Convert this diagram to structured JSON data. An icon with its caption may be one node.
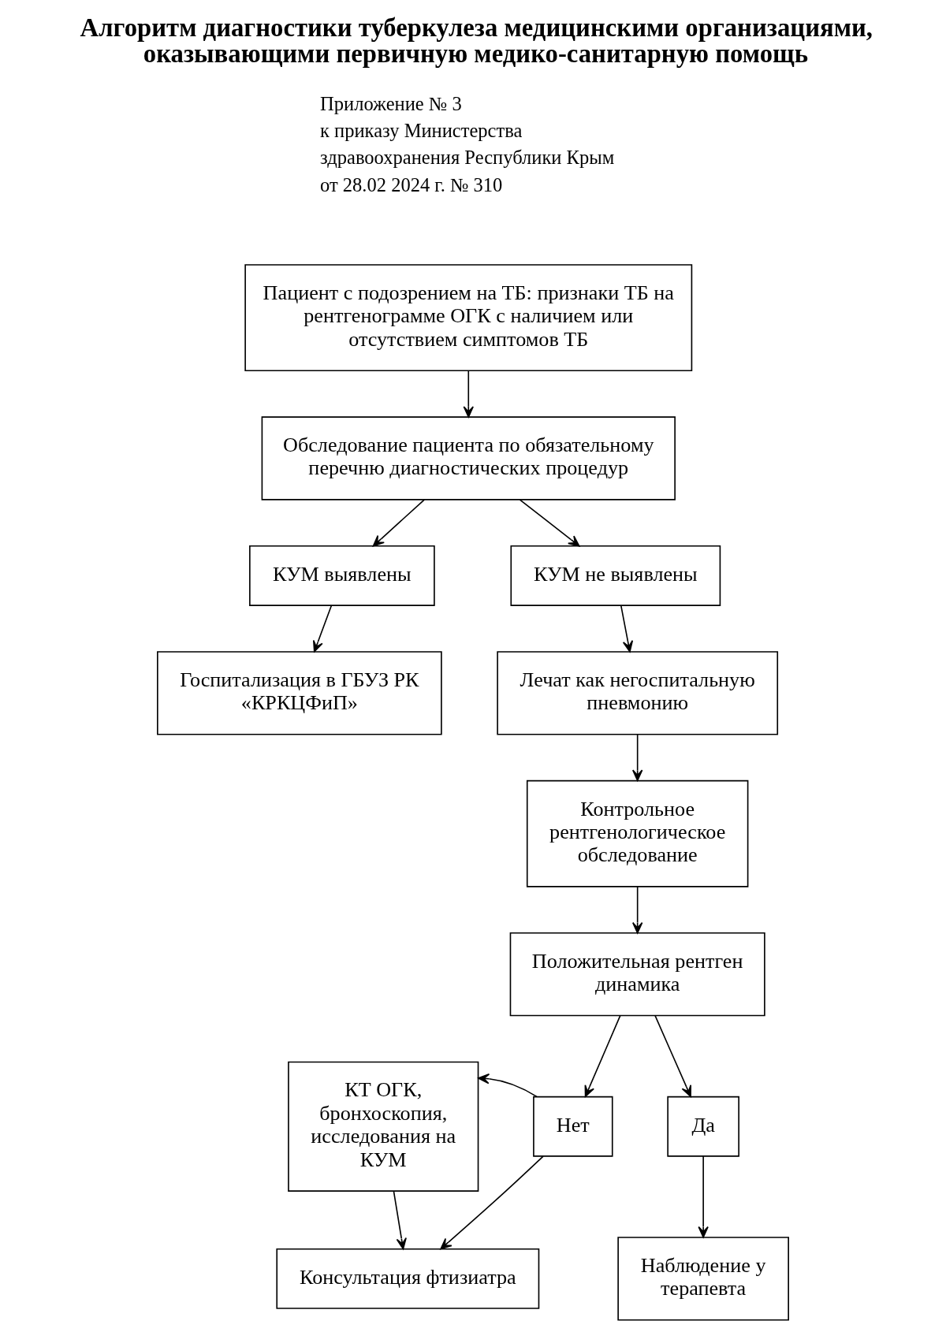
{
  "diagram": {
    "title": "Алгоритм диагностики туберкулеза медицинскими организациями, оказывающими первичную медико-санитарную помощь",
    "nodes": [
      {
        "text": [
          "Пациент с подозрением на ТБ: признаки ТБ на рентгенограмме ОГК с наличием или отсутствием симптомов ТБ"
        ]
      },
      {
        "text": [
          "Обследование пациента по обязательному перечню диагностических процедур"
        ]
      },
      {
        "text": [
          "КУМ выявлены"
        ]
      },
      {
        "text": [
          "КУМ не выявлены"
        ]
      },
      {
        "text": [
          "Госпитализация в ГБУЗ РК «КРКЦФиП»"
        ]
      },
      {
        "text": [
          "Лечат как негоспитальную пневмонию"
        ]
      },
      {
        "text": [
          "Контрольное рентгенологическое обследование"
        ]
      },
      {
        "text": [
          "Положительная рентген динамика"
        ]
      },
      {
        "text": [
          "КТ ОГК, бронхоскопия, исследования на КУМ"
        ]
      },
      {
        "text": [
          "Нет"
        ]
      },
      {
        "text": [
          "Да"
        ]
      },
      {
        "text": [
          "Консультация фтизиатра"
        ]
      },
      {
        "text": [
          "Наблюдение у терапевта"
        ]
      }
    ],
    "edges": [
      {
        "from": 0,
        "to": 1,
        "arrow": "to"
      },
      {
        "from": 1,
        "to": 2,
        "arrow": "to"
      },
      {
        "from": 1,
        "to": 3,
        "arrow": "to"
      },
      {
        "from": 2,
        "to": 4,
        "arrow": "to"
      },
      {
        "from": 3,
        "to": 5,
        "arrow": "to"
      },
      {
        "from": 5,
        "to": 6,
        "arrow": "to"
      },
      {
        "from": 6,
        "to": 7,
        "arrow": "to"
      },
      {
        "from": 7,
        "to": 9,
        "arrow": "to"
      },
      {
        "from": 7,
        "to": 10,
        "arrow": "to"
      },
      {
        "from": 9,
        "to": 8,
        "arrow": "to"
      },
      {
        "from": 9,
        "to": 11,
        "arrow": "to"
      },
      {
        "from": 8,
        "to": 11,
        "arrow": "to"
      },
      {
        "from": 10,
        "to": 12,
        "arrow": "to"
      }
    ],
    "labels": [
      "Приложение № 3",
      "к приказу Министерства",
      "здравоохранения Республики Крым",
      "от 28.02 2024 г. № 310"
    ]
  }
}
